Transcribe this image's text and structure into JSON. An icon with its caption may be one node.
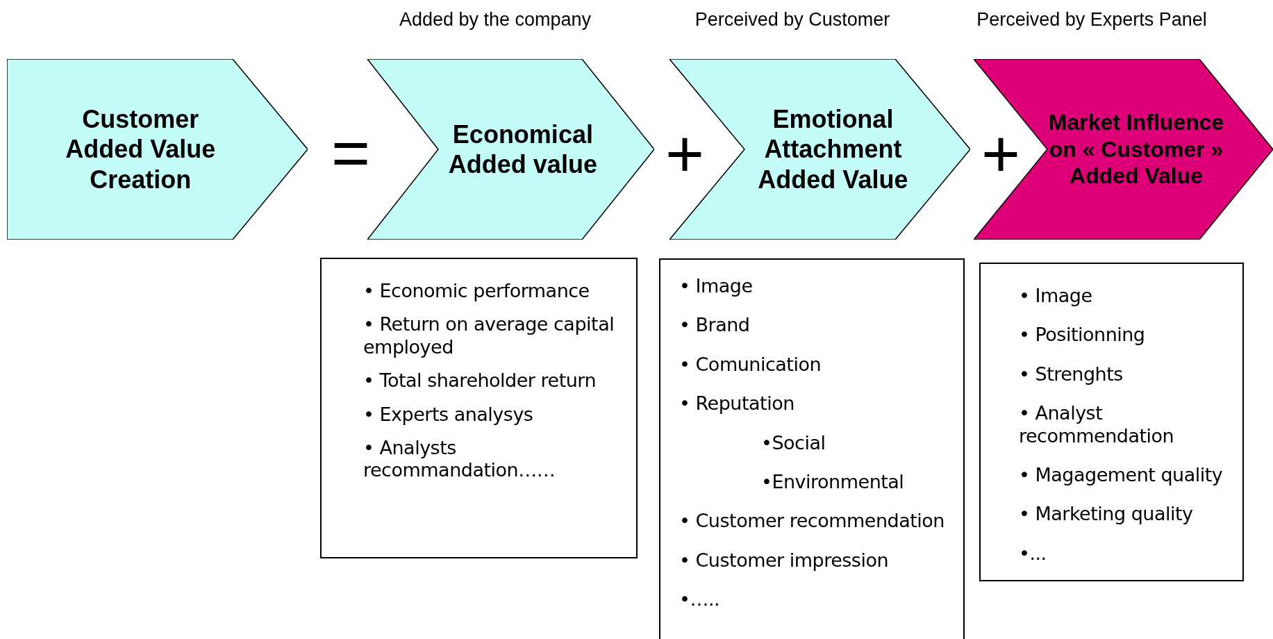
{
  "diagram": {
    "nodes": [
      {
        "text": [
          "Customer Added Value Creation"
        ]
      },
      {
        "text": [
          "Economical Added value"
        ],
        "beside": [
          "Added by the company"
        ]
      },
      {
        "text": [
          "Emotional Attachment Added Value"
        ],
        "beside": [
          "Perceived by Customer"
        ]
      },
      {
        "text": [
          "Market Influence on « Customer » Added Value"
        ],
        "beside": [
          "Perceived by Experts Panel"
        ]
      },
      {
        "text": [
          "• Economic performance",
          "• Return on average capital employed",
          "• Total shareholder return",
          "• Experts analysys",
          "• Analysts recommandation……"
        ]
      },
      {
        "text": [
          "• Image",
          "• Brand",
          "• Comunication",
          "• Reputation",
          "•Social",
          "•Environmental",
          "• Customer recommendation",
          "• Customer impression",
          "•….."
        ]
      },
      {
        "text": [
          "• Image",
          "• Positionning",
          "• Strenghts",
          "• Analyst recommendation",
          "• Magagement quality",
          "• Marketing quality",
          "•..."
        ]
      }
    ],
    "labels": [
      "=",
      "+",
      "+"
    ]
  }
}
